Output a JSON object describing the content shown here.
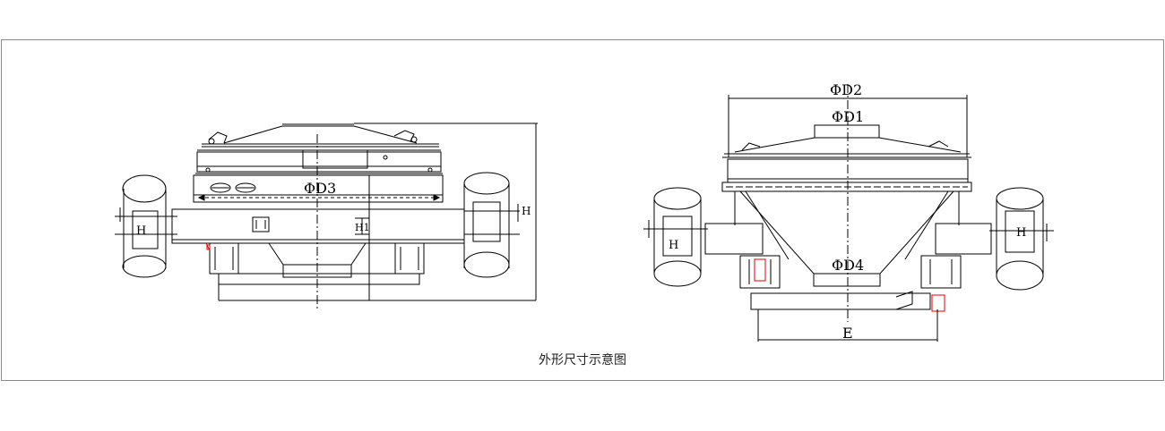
{
  "figure": {
    "caption": "外形尺寸示意图"
  },
  "front_view": {
    "dimension_d3": "ΦD3",
    "dimension_h": "H",
    "dimension_h1": "H1",
    "motor_label": "H"
  },
  "side_view": {
    "dimension_d2": "ΦD2",
    "dimension_d1": "ΦD1",
    "dimension_d4": "ΦD4",
    "dimension_e": "E",
    "motor_label_left": "H",
    "motor_label_right": "H"
  },
  "colors": {
    "line": "#000000",
    "accent": "#e00000",
    "border": "#8a8a8a"
  }
}
